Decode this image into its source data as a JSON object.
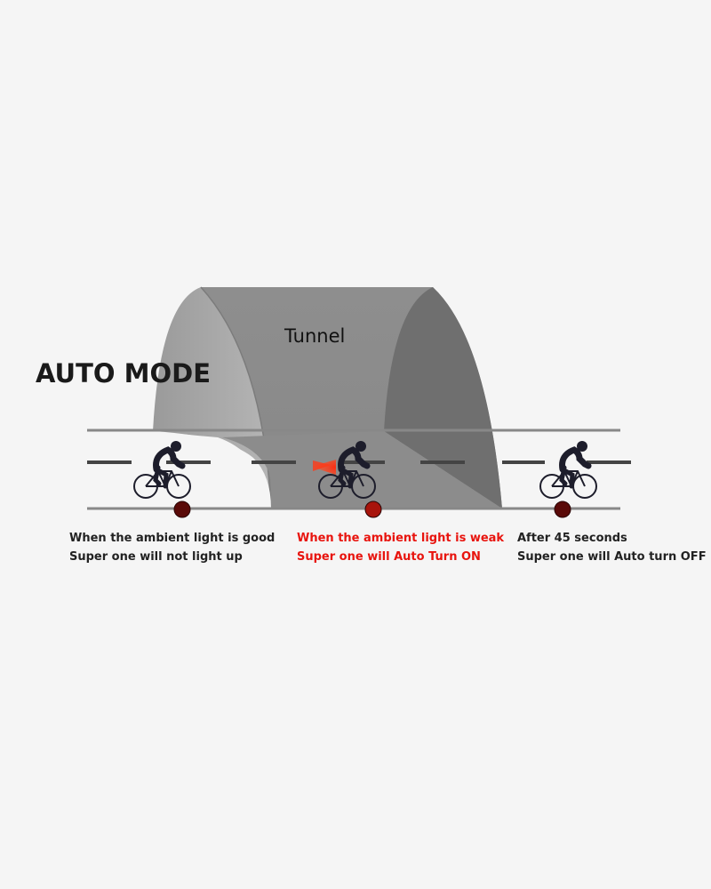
{
  "title": "AUTO MODE",
  "tunnel_label": "Tunnel",
  "stages": [
    {
      "line1": "When the ambient light is good",
      "line2": "Super one will not light up",
      "color": "#222222",
      "light_on": false
    },
    {
      "line1": "When the ambient light is weak",
      "line2": "Super one will Auto Turn ON",
      "color": "#e8140e",
      "light_on": true
    },
    {
      "line1": "After 45 seconds",
      "line2": "Super one will Auto turn OFF",
      "color": "#222222",
      "light_on": false
    }
  ],
  "colors": {
    "background": "#f5f5f5",
    "tunnel": "#8a8a8a",
    "road_line": "#888888",
    "dash": "#444444",
    "indicator": "#5a0a08",
    "highlight": "#e8140e"
  }
}
